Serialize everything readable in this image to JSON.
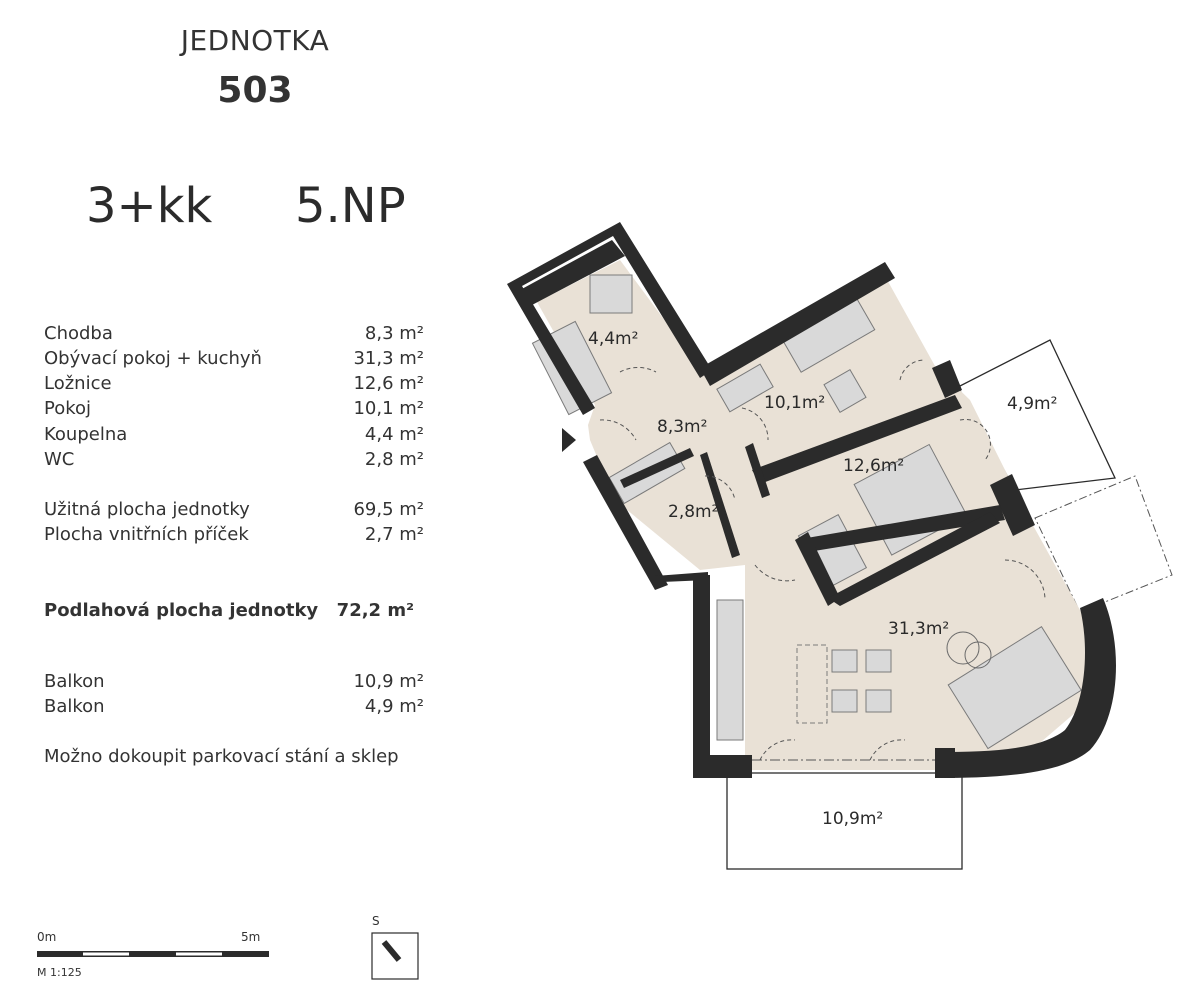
{
  "header": {
    "unit_label": "JEDNOTKA",
    "unit_number": "503",
    "layout_type": "3+kk",
    "floor": "5.NP"
  },
  "rooms": [
    {
      "label": "Chodba",
      "value": "8,3 m²"
    },
    {
      "label": "Obývací pokoj + kuchyň",
      "value": "31,3 m²"
    },
    {
      "label": "Ložnice",
      "value": "12,6 m²"
    },
    {
      "label": "Pokoj",
      "value": "10,1 m²"
    },
    {
      "label": "Koupelna",
      "value": "4,4 m²"
    },
    {
      "label": "WC",
      "value": "2,8 m²"
    }
  ],
  "totals": [
    {
      "label": "Užitná plocha jednotky",
      "value": "69,5 m²"
    },
    {
      "label": "Plocha vnitřních příček",
      "value": "2,7 m²"
    }
  ],
  "floor_area": {
    "label": "Podlahová plocha jednotky",
    "value": "72,2 m²"
  },
  "balconies": [
    {
      "label": "Balkon",
      "value": "10,9 m²"
    },
    {
      "label": "Balkon",
      "value": "4,9 m²"
    }
  ],
  "note": "Možno dokoupit parkovací stání a sklep",
  "scale": {
    "start": "0m",
    "end": "5m",
    "ratio": "M 1:125"
  },
  "north": {
    "letter": "S",
    "icon": "compass-arrow-icon"
  },
  "plan_labels": {
    "bathroom": "4,4m²",
    "room": "10,1m²",
    "balcony_small": "4,9m²",
    "hallway": "8,3m²",
    "bedroom": "12,6m²",
    "wc": "2,8m²",
    "living": "31,3m²",
    "balcony_large": "10,9m²"
  },
  "colors": {
    "wall": "#2b2b2b",
    "floor": "#e9e1d6",
    "furniture": "#d6d6d6"
  }
}
